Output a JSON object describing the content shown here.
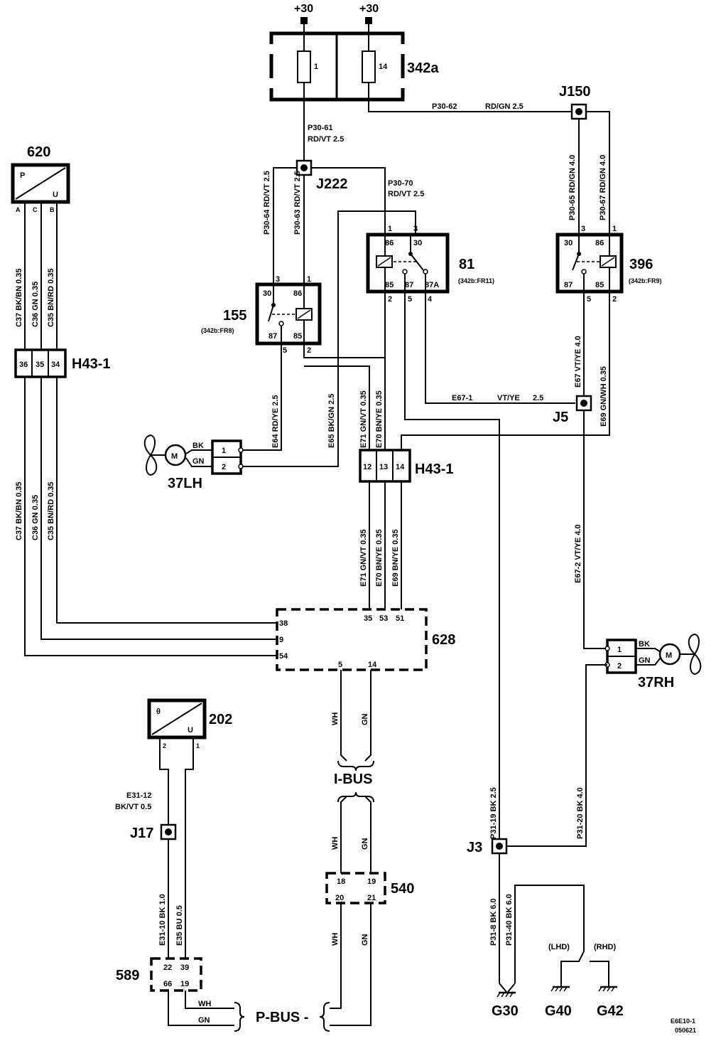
{
  "supply": [
    "+30",
    "+30"
  ],
  "fusebox": {
    "id": "342a",
    "fuses": [
      "1",
      "14"
    ]
  },
  "junctions": {
    "j150": "J150",
    "j222": "J222",
    "j5": "J5",
    "j17": "J17",
    "j3": "J3"
  },
  "wires": {
    "p30_61": [
      "P30-61",
      "RD/VT  2.5"
    ],
    "p30_62": [
      "P30-62",
      "RD/GN  2.5"
    ],
    "p30_70": [
      "P30-70",
      "RD/VT  2.5"
    ],
    "rdvt_25": "RD/VT 2.5",
    "p30_64": "P30-64  RD/VT  2.5",
    "p30_63": "P30-63  RD/VT  2.5",
    "p30_65": "P30-65  RD/GN  4.0",
    "p30_67": "P30-67  RD/GN  4.0",
    "c37": "C37  BK/BN  0.35",
    "c36": "C36  GN  0.35",
    "c35": "C35  BN/RD  0.35",
    "e64": "E64  RD/YE  2.5",
    "e65": "E65  BK/GN  2.5",
    "e71": "E71  GN/VT  0.35",
    "e70": "E70  BN/YE  0.35",
    "e69": "E69  BN/YE  0.35",
    "e67": "E67  VT/YE  4.0",
    "e69b": "E69  GN/WH  0.35",
    "e67_1": [
      "E67-1",
      "VT/YE",
      "2.5"
    ],
    "e67_2": "E67-2  VT/YE  4.0",
    "p31_19": "P31-19  BK  2.5",
    "p31_20": "P31-20  BK  4.0",
    "p31_8": "P31-8  BK  6.0",
    "p31_40": "P31-40  BK  6.0",
    "e31_12": [
      "E31-12",
      "BK/VT   0.5"
    ],
    "e31_10": "E31-10  BK  1.0",
    "e35": "E35  BU  0.5",
    "bk": "BK",
    "gn": "GN",
    "wh": "WH"
  },
  "components": {
    "c620": {
      "id": "620",
      "p": "P",
      "u": "U",
      "pins": [
        "A",
        "C",
        "B"
      ]
    },
    "c155": {
      "id": "155",
      "ref": "(342b:FR8)",
      "pins": [
        "3",
        "1",
        "30",
        "86",
        "87",
        "85",
        "5",
        "2"
      ]
    },
    "c81": {
      "id": "81",
      "ref": "(342b:FR11)",
      "pins": [
        "1",
        "3",
        "86",
        "30",
        "85",
        "87",
        "87A",
        "2",
        "5",
        "4"
      ]
    },
    "c396": {
      "id": "396",
      "ref": "(342b:FR9)",
      "pins": [
        "3",
        "1",
        "30",
        "86",
        "87",
        "85",
        "5",
        "2"
      ]
    },
    "h43_top": {
      "id": "H43-1",
      "pins": [
        "36",
        "35",
        "34"
      ]
    },
    "h43_mid": {
      "id": "H43-1",
      "pins": [
        "12",
        "13",
        "14"
      ]
    },
    "m37lh": {
      "id": "37LH",
      "motor": "M",
      "pins": [
        "1",
        "2"
      ]
    },
    "m37rh": {
      "id": "37RH",
      "motor": "M",
      "pins": [
        "1",
        "2"
      ]
    },
    "c628": {
      "id": "628",
      "pins": [
        "38",
        "9",
        "54",
        "35",
        "53",
        "51",
        "5",
        "14"
      ]
    },
    "c202": {
      "id": "202",
      "theta": "θ",
      "u": "U",
      "pins": [
        "2",
        "1"
      ]
    },
    "c540": {
      "id": "540",
      "pins": [
        "18",
        "19",
        "20",
        "21"
      ]
    },
    "c589": {
      "id": "589",
      "pins": [
        "22",
        "39",
        "66",
        "19"
      ]
    }
  },
  "bus": {
    "ibus": "I-BUS",
    "pbus": "P-BUS -"
  },
  "grounds": {
    "g30": "G30",
    "g40": "G40",
    "g42": "G42",
    "lhd": "(LHD)",
    "rhd": "(RHD)"
  },
  "footer": [
    "E6E10-1",
    "050621"
  ]
}
